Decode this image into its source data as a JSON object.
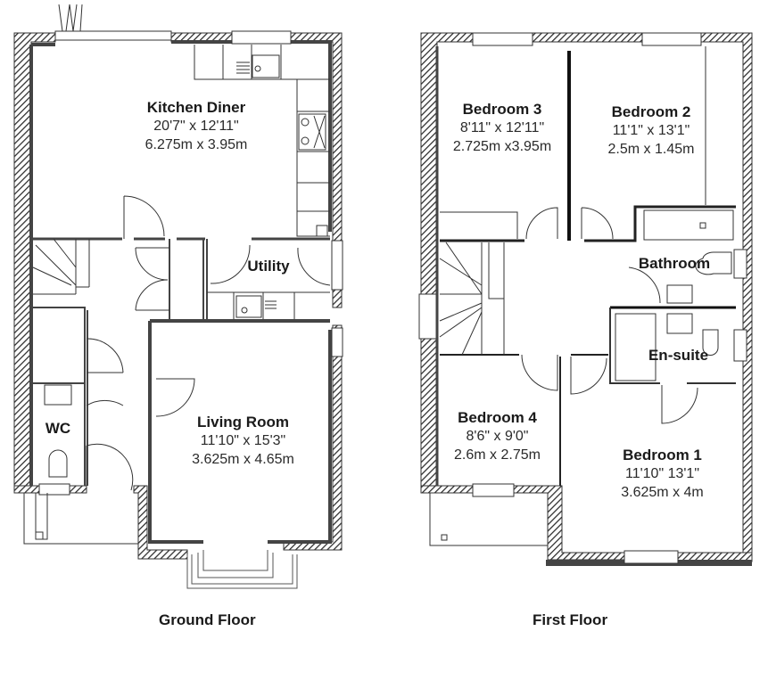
{
  "floors": [
    {
      "title": "Ground Floor",
      "rooms": [
        {
          "name": "Kitchen Diner",
          "imperial": "20'7\" x 12'11\"",
          "metric": "6.275m x 3.95m"
        },
        {
          "name": "Utility"
        },
        {
          "name": "WC"
        },
        {
          "name": "Living Room",
          "imperial": "11'10\" x 15'3\"",
          "metric": "3.625m x 4.65m"
        }
      ]
    },
    {
      "title": "First Floor",
      "rooms": [
        {
          "name": "Bedroom 3",
          "imperial": "8'11\" x 12'11\"",
          "metric": "2.725m x3.95m"
        },
        {
          "name": "Bedroom 2",
          "imperial": "11'1\" x 13'1\"",
          "metric": "2.5m x 1.45m"
        },
        {
          "name": "Bathroom"
        },
        {
          "name": "En-suite"
        },
        {
          "name": "Bedroom 4",
          "imperial": "8'6\" x 9'0\"",
          "metric": "2.6m x 2.75m"
        },
        {
          "name": "Bedroom 1",
          "imperial": "11'10\" 13'1\"",
          "metric": "3.625m x 4m"
        }
      ]
    }
  ],
  "colors": {
    "wall_outer": "#3a3a3a",
    "wall_inner": "#4a4a4a",
    "line": "#333333",
    "background": "#ffffff"
  }
}
